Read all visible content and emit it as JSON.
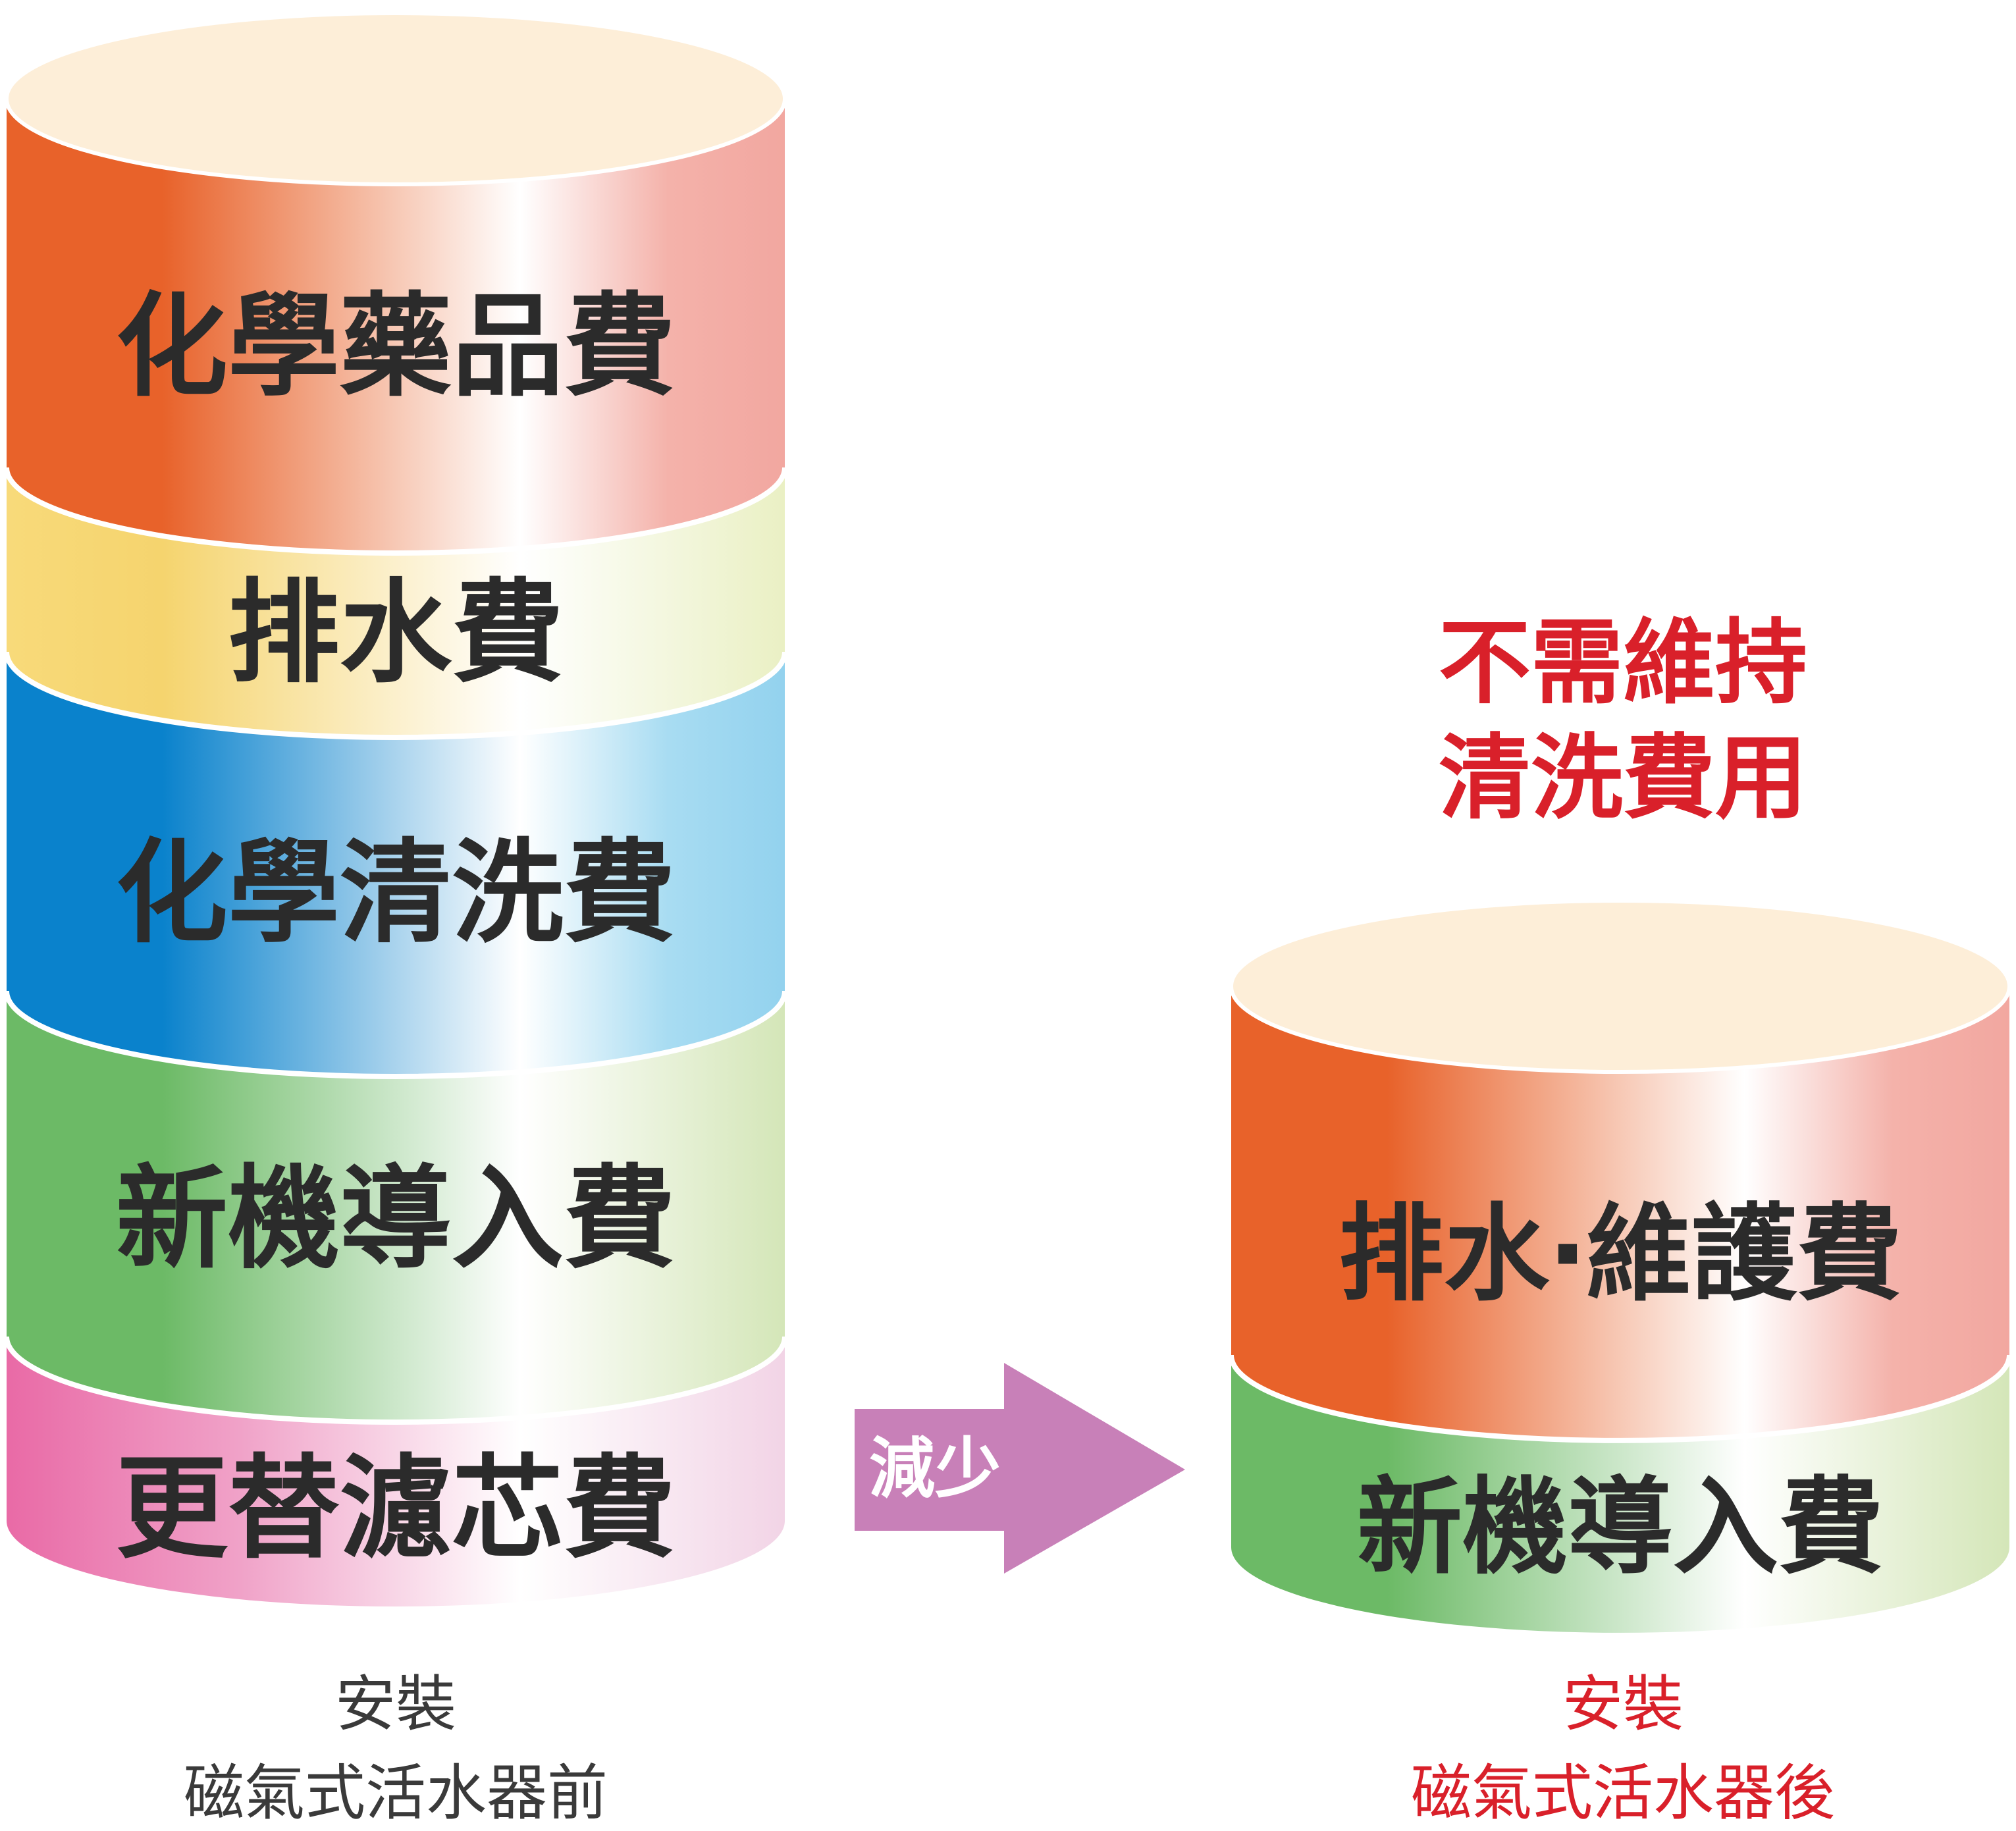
{
  "left_stack": {
    "segments": [
      {
        "label": "化學藥品費"
      },
      {
        "label": "排水費"
      },
      {
        "label": "化學清洗費"
      },
      {
        "label": "新機導入費"
      },
      {
        "label": "更替濾芯費"
      }
    ],
    "caption_line1": "安裝",
    "caption_line2": "磁氣式活水器前"
  },
  "arrow": {
    "label": "減少"
  },
  "right_stack": {
    "segments": [
      {
        "label": "排水‧維護費"
      },
      {
        "label": "新機導入費"
      }
    ],
    "caption_line1": "安裝",
    "caption_line2": "磁氣式活水器後"
  },
  "note": {
    "line1": "不需維持",
    "line2": "清洗費用"
  },
  "colors": {
    "orange": "#e8622a",
    "orange_light": "#f2a7a0",
    "yellow": "#f5d46e",
    "yellow_light": "#eef0cc",
    "blue": "#0a82cc",
    "blue_light": "#93d2ee",
    "green": "#6cba66",
    "green_light": "#d7e8bf",
    "pink": "#e96aa6",
    "pink_light": "#f2d4e6",
    "top": "#fdeed8",
    "arrow": "#c880b8",
    "red": "#d9202a"
  }
}
